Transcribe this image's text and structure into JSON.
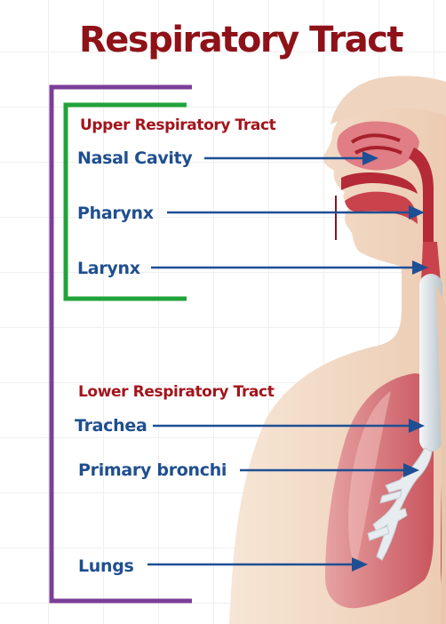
{
  "title": "Respiratory Tract",
  "upper": {
    "heading": "Upper Respiratory Tract",
    "parts": [
      "Nasal Cavity",
      "Pharynx",
      "Larynx"
    ]
  },
  "lower": {
    "heading": "Lower Respiratory Tract",
    "parts": [
      "Trachea",
      "Primary bronchi",
      "Lungs"
    ]
  },
  "colors": {
    "title": "#8e1218",
    "section_heading": "#a3141c",
    "part_label": "#1f4f8f",
    "arrow": "#1e4f94",
    "outer_bracket": "#7b3f98",
    "inner_bracket": "#22a33a",
    "skin": "#f3ddc9",
    "airway": "#b52a36",
    "lung": "#dc8a8e",
    "trachea": "#dfe6ea"
  }
}
